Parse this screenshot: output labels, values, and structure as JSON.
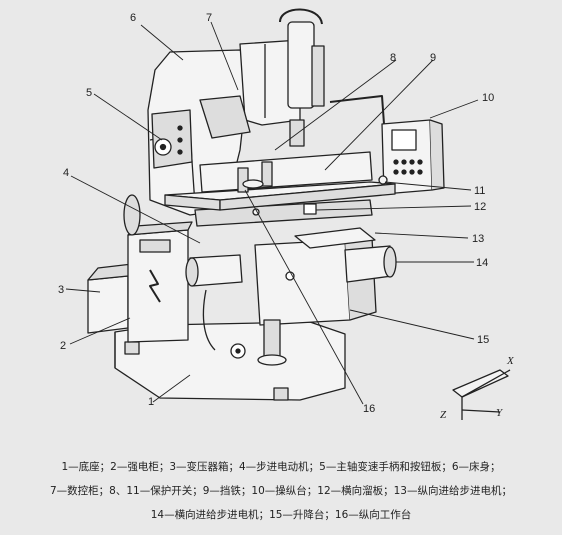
{
  "figure": {
    "callouts": [
      "1",
      "2",
      "3",
      "4",
      "5",
      "6",
      "7",
      "8",
      "9",
      "10",
      "11",
      "12",
      "13",
      "14",
      "15",
      "16"
    ],
    "axes": {
      "x": "X",
      "y": "Y",
      "z": "Z"
    }
  },
  "caption": {
    "line1": "1—底座；2—强电柜；3—变压器箱；4—步进电动机；5—主轴变速手柄和按钮板；6—床身；",
    "line2": "7—数控柜；8、11—保护开关；9—挡铁；10—操纵台；12—横向溜板；13—纵向进给步进电机；",
    "line3": "14—横向进给步进电机；15—升降台；16—纵向工作台"
  },
  "colors": {
    "background": "#e9e9e9",
    "ink": "#222222",
    "fill": "#f4f4f4"
  }
}
